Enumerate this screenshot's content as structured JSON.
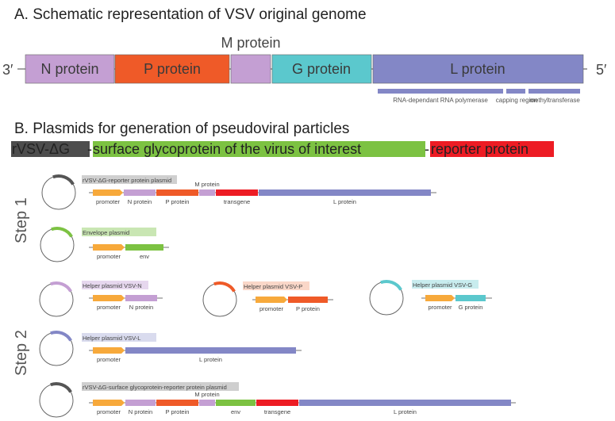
{
  "colors": {
    "n": "#c49fd3",
    "p": "#ef5a28",
    "m": "#c49fd3",
    "g": "#5bc8cd",
    "l": "#8387c6",
    "promoter": "#f7a93b",
    "env": "#7cc242",
    "transgene": "#ed1c24",
    "dark": "#555555",
    "green": "#7cc242",
    "black_hl": "#4d4d4d"
  },
  "section_a": {
    "title": "A. Schematic representation of VSV original genome",
    "end3": "3′",
    "end5": "5′",
    "m_label": "M protein",
    "segments": [
      {
        "key": "n",
        "label": "N protein"
      },
      {
        "key": "p",
        "label": "P protein"
      },
      {
        "key": "m",
        "label": ""
      },
      {
        "key": "g",
        "label": "G protein"
      },
      {
        "key": "l",
        "label": "L protein"
      }
    ],
    "domains": [
      {
        "label": "RNA-dependant RNA polymerase"
      },
      {
        "label": "capping region"
      },
      {
        "label": "methyltransferase"
      }
    ]
  },
  "section_b": {
    "title": "B. Plasmids for generation of pseudoviral particles",
    "formula": {
      "part1": "rVSV-ΔG",
      "sep1": "-",
      "part2": "surface glycoprotein of the virus of interest",
      "sep2": "-",
      "part3": "reporter protein"
    },
    "step1": "Step 1",
    "step2": "Step 2",
    "plasmids": {
      "reporter": {
        "title": "rVSV-ΔG-reporter protein  plasmid",
        "m_label": "M protein",
        "labels": [
          "promoter",
          "N protein",
          "P protein",
          "transgene",
          "L protein"
        ]
      },
      "envelope": {
        "title": "Envelope plasmid",
        "labels": [
          "promoter",
          "env"
        ]
      },
      "helper_n": {
        "title": "Helper plasmid VSV-N",
        "labels": [
          "promoter",
          "N protein"
        ]
      },
      "helper_p": {
        "title": "Helper plasmid VSV-P",
        "labels": [
          "promoter",
          "P protein"
        ]
      },
      "helper_g": {
        "title": "Helper plasmid VSV-G",
        "labels": [
          "promoter",
          "G protein"
        ]
      },
      "helper_l": {
        "title": "Helper plasmid VSV-L",
        "labels": [
          "promoter",
          "L protein"
        ]
      },
      "surface": {
        "title": "rVSV-ΔG-surface glycoprotein-reporter protein plasmid",
        "m_label": "M protein",
        "labels": [
          "promoter",
          "N protein",
          "P protein",
          "env",
          "transgene",
          "L protein"
        ]
      }
    }
  }
}
